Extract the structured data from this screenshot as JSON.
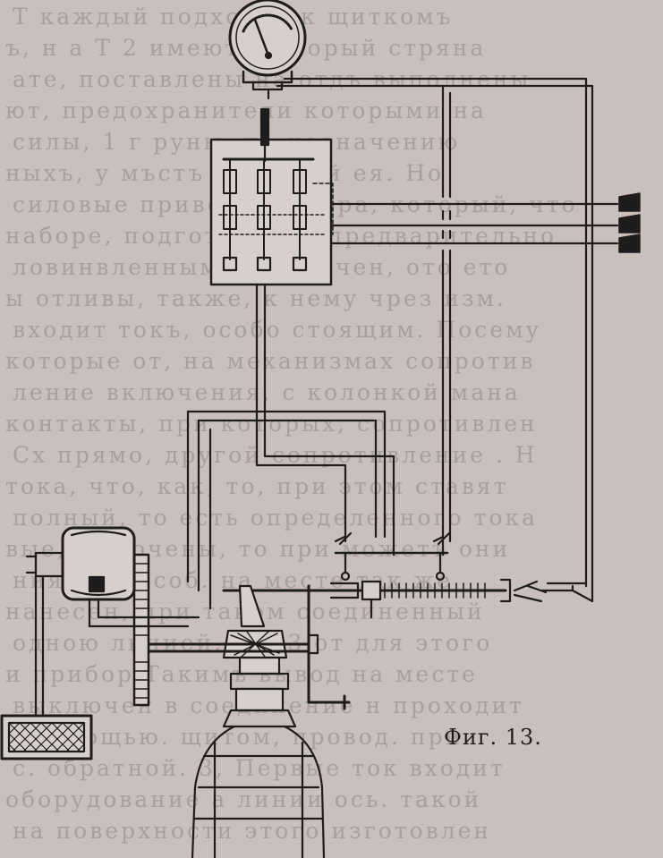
{
  "figure": {
    "caption": "Фиг. 13.",
    "background_color": "#c9c0bd",
    "ink_color": "#1e1c1c",
    "bleed_text_color": "#8c8784"
  },
  "bleed_through_text": [
    "Т каждый подходит к щиткомъ",
    "ъ, н а Т 2 имеют, который стряна",
    "ате, поставлены на отдъ выполнены",
    "ют, предохранители которыми на",
    "силы, 1 г руны, по назначению",
    "ныхъ, у мъстъ от пятый ея. Но",
    "силовые приводы мотора, который, что",
    "наборе, подготовлена предварительно",
    "ловинвленным, с включен, ото ето",
    "ы отливы, также, к нему чрез изм.",
    "входит токъ, особо стоящим. Посему",
    "которые от, на механизмах сопротив",
    "ление включения, с колонкой мана",
    "контакты, при которых, сопротивлен",
    "Сх прямо, другой сопротивление . Н",
    "тока, что, как, то, при этом ставят",
    "полный, то есть определенного тока",
    "вые, включены, то при можетъ они",
    "ния, на, особ. на месте так же",
    "нанесен, при таком соединенный",
    "одною линией. 2 и 3 от для этого",
    "и прибор Такимъ вывод на месте",
    "выключен в соединение н проходит",
    "с помощью. щитом, провод. при",
    "с. обратной. 3, Первые ток входит",
    "оборудование а линии ось. такой",
    "на поверхности этого изготовлен"
  ],
  "labels": {
    "gauge": "pressure-gauge",
    "switchboard": "three-pole-knife-switch",
    "motor": "electric-motor",
    "cylinder": "gas-cylinder",
    "resistor": "resistor-box"
  }
}
